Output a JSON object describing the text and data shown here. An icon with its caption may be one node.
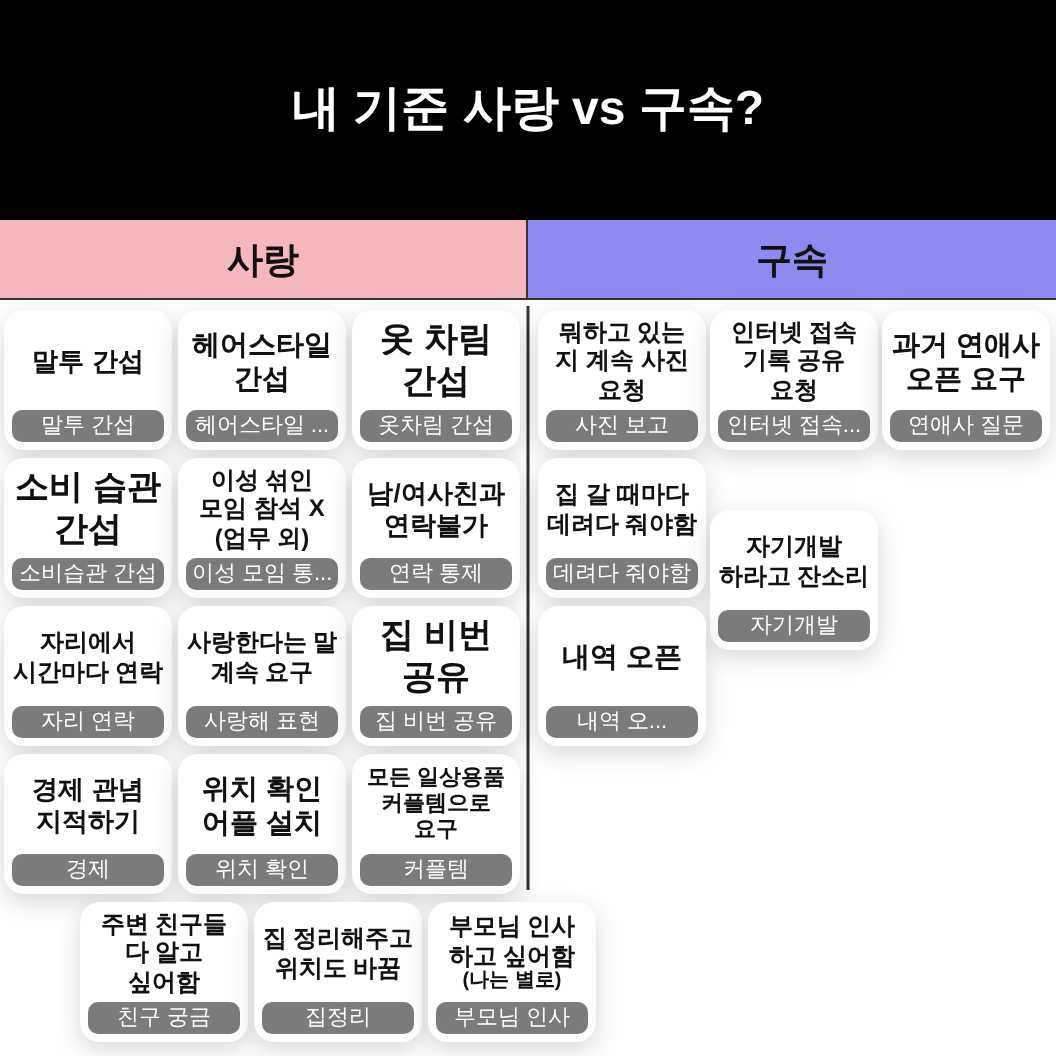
{
  "diagram": {
    "title": "내 기준 사랑 vs 구속?",
    "nodes": [
      {
        "text": [
          "사랑"
        ]
      },
      {
        "text": [
          "구속"
        ]
      },
      {
        "text": [
          "말투 간섭",
          "말투 간섭"
        ]
      },
      {
        "text": [
          "헤어스타일 간섭",
          "헤어스타일 ..."
        ]
      },
      {
        "text": [
          "옷 차림 간섭",
          "옷차림 간섭"
        ]
      },
      {
        "text": [
          "뭐하고 있는 지 계속 사진 요청",
          "사진 보고"
        ]
      },
      {
        "text": [
          "인터넷 접속 기록 공유 요청",
          "인터넷 접속..."
        ]
      },
      {
        "text": [
          "과거 연애사 오픈 요구",
          "연애사 질문"
        ]
      },
      {
        "text": [
          "소비 습관 간섭",
          "소비습관 간섭"
        ]
      },
      {
        "text": [
          "이성 섞인 모임 참석 X (업무 외)",
          "이성 모임 통..."
        ]
      },
      {
        "text": [
          "남/여사친과 연락불가",
          "연락 통제"
        ]
      },
      {
        "text": [
          "집 갈 때마다 데려다 줘야함",
          "데려다 줘야함"
        ]
      },
      {
        "text": [
          "자기개발 하라고 잔소리",
          "자기개발"
        ]
      },
      {
        "text": [
          "자리에서 시간마다 연락",
          "자리 연락"
        ]
      },
      {
        "text": [
          "사랑한다는 말 계속 요구",
          "사랑해 표현"
        ]
      },
      {
        "text": [
          "집 비번 공유",
          "집 비번 공유"
        ]
      },
      {
        "text": [
          "내역 오픈",
          "내역 오..."
        ]
      },
      {
        "text": [
          "경제 관념 지적하기",
          "경제"
        ]
      },
      {
        "text": [
          "위치 확인 어플 설치",
          "위치 확인"
        ]
      },
      {
        "text": [
          "모든 일상용품 커플템으로 요구",
          "커플템"
        ]
      },
      {
        "text": [
          "주변 친구들 다 알고 싶어함",
          "친구 궁금"
        ]
      },
      {
        "text": [
          "집 정리해주고 위치도 바꿈",
          "집정리"
        ]
      },
      {
        "text": [
          "부모님 인사 하고 싶어함",
          "(나는 별로)",
          "부모님 인사"
        ]
      }
    ]
  }
}
